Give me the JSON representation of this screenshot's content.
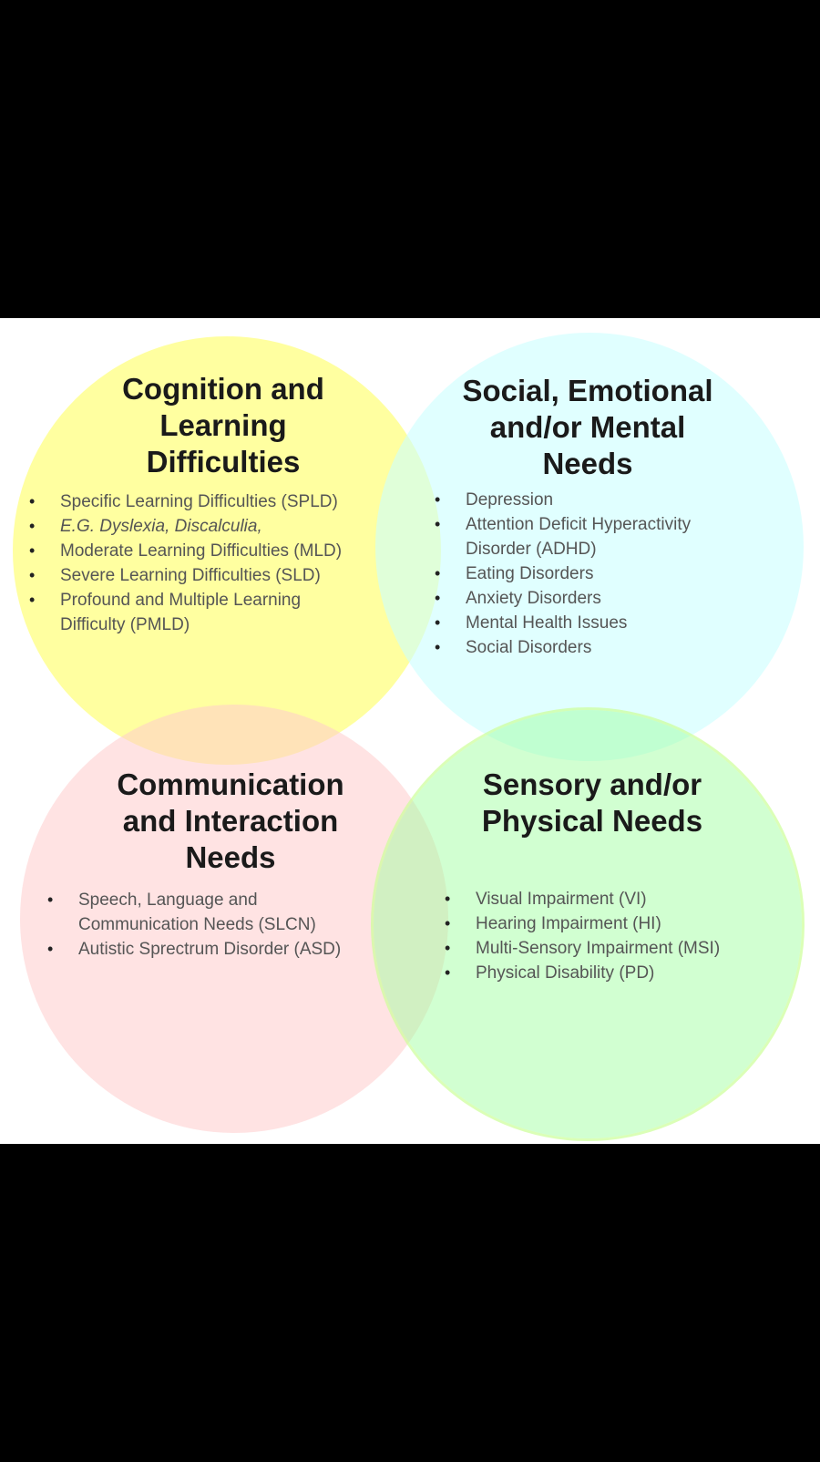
{
  "colors": {
    "background": "#000000",
    "panel": "#ffffff",
    "cognition": "#ffff99",
    "social": "#ccffff",
    "communication": "#ffcccc",
    "sensory": "#b3ffb3"
  },
  "bullet_symbol": "•",
  "circles": [
    {
      "id": "cognition",
      "title": [
        "Cognition and",
        "Learning",
        "Difficulties"
      ],
      "items": [
        "Specific Learning Difficulties (SPLD)",
        "E.G. Dyslexia, Discalculia,",
        "Moderate Learning Difficulties (MLD)",
        "Severe Learning Difficulties (SLD)",
        "Profound and Multiple Learning Difficulty (PMLD)"
      ]
    },
    {
      "id": "social",
      "title": [
        "Social, Emotional",
        "and/or Mental",
        "Needs"
      ],
      "items": [
        "Depression",
        "Attention Deficit Hyperactivity Disorder (ADHD)",
        "Eating Disorders",
        "Anxiety Disorders",
        "Mental Health Issues",
        "Social Disorders"
      ]
    },
    {
      "id": "communication",
      "title": [
        "Communication",
        "and Interaction",
        "Needs"
      ],
      "items": [
        "Speech, Language and Communication Needs (SLCN)",
        "Autistic Sprectrum Disorder (ASD)"
      ]
    },
    {
      "id": "sensory",
      "title": [
        "Sensory and/or",
        "Physical Needs"
      ],
      "items": [
        "Visual Impairment (VI)",
        "Hearing Impairment (HI)",
        "Multi-Sensory Impairment (MSI)",
        "Physical Disability (PD)"
      ]
    }
  ]
}
